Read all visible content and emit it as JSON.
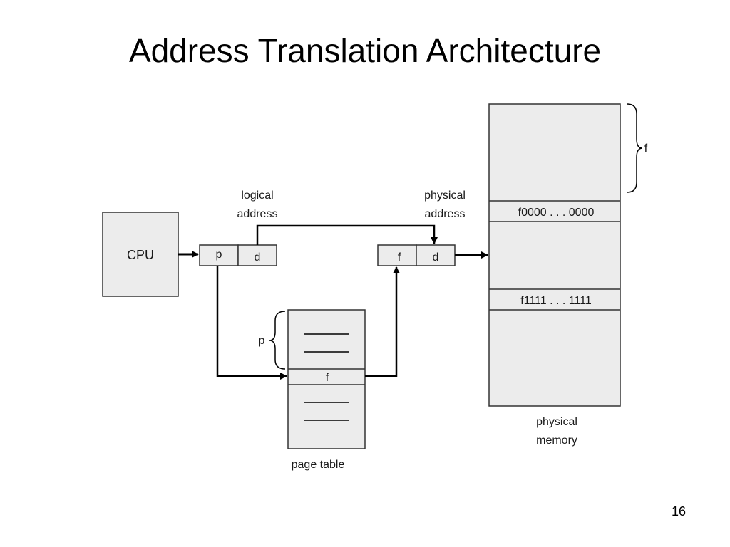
{
  "slide": {
    "title": "Address Translation Architecture",
    "number": "16"
  },
  "diagram": {
    "cpu_label": "CPU",
    "logical_address_label": [
      "logical",
      "address"
    ],
    "physical_address_label": [
      "physical",
      "address"
    ],
    "logical_fields": {
      "page": "p",
      "offset": "d"
    },
    "physical_fields": {
      "frame": "f",
      "offset": "d"
    },
    "page_table": {
      "label": "page table",
      "entry": "f",
      "brace_label": "p"
    },
    "physical_memory": {
      "label": [
        "physical",
        "memory"
      ],
      "frame_start": "f0000 . . . 0000",
      "frame_end": "f1111 . . . 1111",
      "brace_label": "f"
    }
  }
}
